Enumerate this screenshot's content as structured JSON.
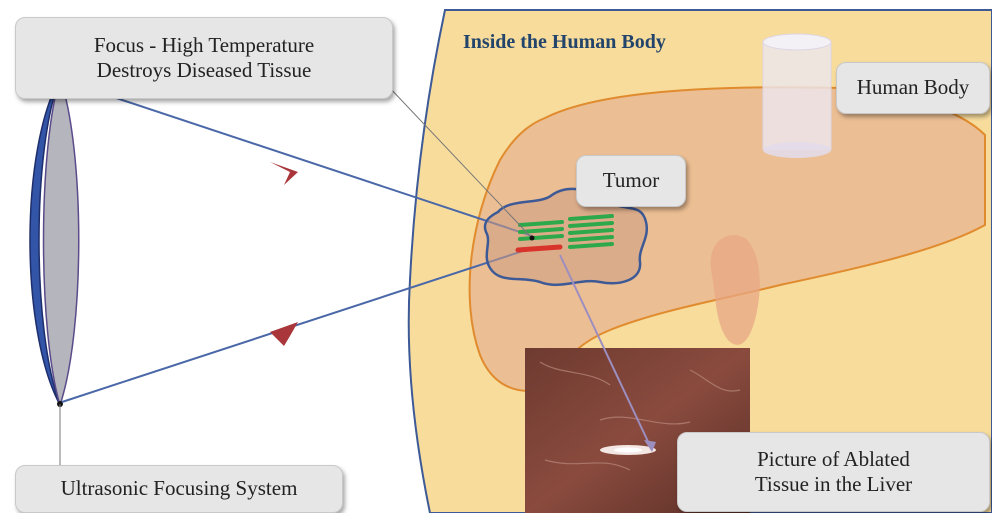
{
  "title": "Inside the Human Body",
  "labels": {
    "focus_line1": "Focus - High Temperature",
    "focus_line2": "Destroys Diseased Tissue",
    "human_body": "Human Body",
    "tumor": "Tumor",
    "ultrasonic": "Ultrasonic Focusing System",
    "picture_line1": "Picture of Ablated",
    "picture_line2": "Tissue in the Liver"
  },
  "colors": {
    "body_fill": "#f7dc9c",
    "liver_fill": "#eab892",
    "liver_outline": "#e08b2e",
    "beam": "#4a68a8",
    "arrow_marker": "#a8363a",
    "tumor_outline": "#3d5a96",
    "ablation_green": "#2da84a",
    "ablation_red": "#d9342b",
    "title_text": "#23456b",
    "lens_blue": "#3355a8",
    "lens_gray": "#b5b5bd",
    "callout_bg": "#e6e6e6"
  }
}
